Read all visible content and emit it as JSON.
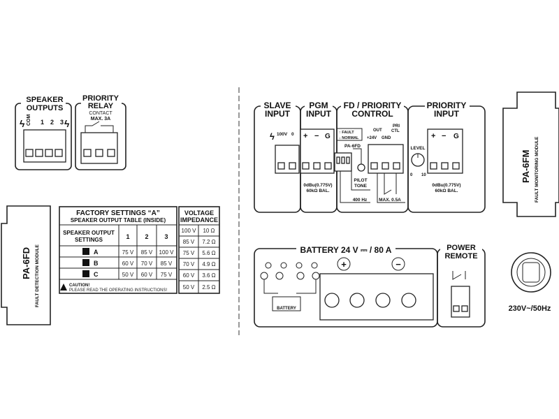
{
  "speaker_outputs": {
    "title1": "SPEAKER",
    "title2": "OUTPUTS",
    "terminals": [
      "COM",
      "1",
      "2",
      "3"
    ]
  },
  "priority_relay": {
    "title1": "PRIORITY",
    "title2": "RELAY",
    "note1": "CONTACT",
    "note2": "MAX. 3A"
  },
  "fd_module": {
    "name": "PA-6FD",
    "description": "FAULT DETECTION MODULE"
  },
  "fm_module": {
    "name": "PA-6FM",
    "description": "FAULT MONITORING MODULE"
  },
  "factory_table": {
    "title": "FACTORY SETTINGS “A”",
    "subtitle": "SPEAKER OUTPUT TABLE (INSIDE)",
    "row_header1": "SPEAKER OUTPUT",
    "row_header2": "SETTINGS",
    "columns": [
      "1",
      "2",
      "3"
    ],
    "rows": [
      {
        "setting": "A",
        "values": [
          "75 V",
          "85 V",
          "100 V"
        ]
      },
      {
        "setting": "B",
        "values": [
          "60 V",
          "70 V",
          "85 V"
        ]
      },
      {
        "setting": "C",
        "values": [
          "50 V",
          "60 V",
          "75 V"
        ]
      }
    ],
    "caution": "CAUTION!",
    "caution_text": "PLEASE READ THE OPERATING INSTRUCTIONS!"
  },
  "impedance_table": {
    "title1": "VOLTAGE",
    "title2": "IMPEDANCE",
    "rows": [
      [
        "100 V",
        "10 Ω"
      ],
      [
        "85 V",
        "7.2 Ω"
      ],
      [
        "75 V",
        "5.6 Ω"
      ],
      [
        "70 V",
        "4.9 Ω"
      ],
      [
        "60 V",
        "3.6 Ω"
      ],
      [
        "50 V",
        "2.5 Ω"
      ]
    ]
  },
  "slave_input": {
    "title1": "SLAVE",
    "title2": "INPUT",
    "t1": "100V",
    "t2": "0"
  },
  "pgm_input": {
    "title1": "PGM",
    "title2": "INPUT",
    "spec1": "0dBu(0.775V)",
    "spec2": "60kΩ BAL."
  },
  "fd_priority": {
    "title1": "FD / PRIORITY",
    "title2": "CONTROL",
    "fault": "↑ FAULT",
    "normal": "↓ NORMAL",
    "module": "PA-6FD",
    "pilot1": "PILOT",
    "pilot2": "TONE",
    "freq": "400 Hz",
    "out": "OUT",
    "pri": "PRI",
    "ctl": "CTL",
    "v24": "+24V",
    "gnd": "GND",
    "max": "MAX. 0.5A"
  },
  "priority_input": {
    "title1": "PRIORITY",
    "title2": "INPUT",
    "level": "LEVEL",
    "min": "0",
    "max": "10",
    "spec1": "0dBu(0.775V)",
    "spec2": "60kΩ BAL."
  },
  "terminal_labels": {
    "plus": "+",
    "minus": "−",
    "ground": "G"
  },
  "battery": {
    "title": "BATTERY 24 V ⎓ / 80 A",
    "label": "BATTERY"
  },
  "power_remote": {
    "title1": "POWER",
    "title2": "REMOTE"
  },
  "mains": {
    "label": "230V~/50Hz"
  }
}
